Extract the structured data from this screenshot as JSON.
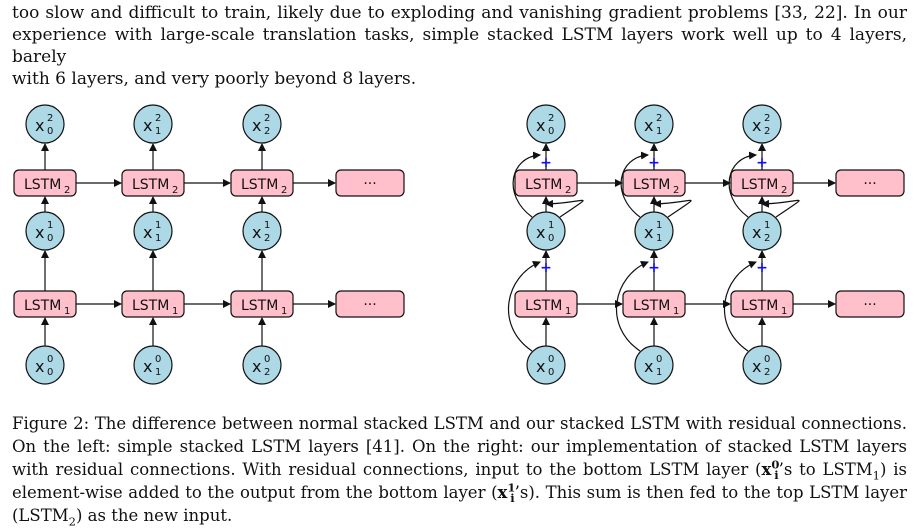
{
  "paragraph_lines": [
    "too slow and difficult to train, likely due to exploding and vanishing gradient problems [33, 22]. In our",
    "experience with large-scale translation tasks, simple stacked LSTM layers work well up to 4 layers, barely",
    "with 6 layers, and very poorly beyond 8 layers."
  ],
  "diagram": {
    "lstm_label": "LSTM",
    "layer_1": "1",
    "layer_2": "2",
    "ellipsis": "···",
    "node_letter": "x",
    "plus": "+",
    "columns": [
      "0",
      "1",
      "2"
    ],
    "levels": [
      "0",
      "1",
      "2"
    ]
  },
  "caption": {
    "line1": "Figure 2: The difference between normal stacked LSTM and our stacked LSTM with residual connections.",
    "line2": "On the left: simple stacked LSTM layers [41]. On the right: our implementation of stacked LSTM layers",
    "line3": "with residual connections. With residual connections, input to the bottom LSTM layer (",
    "line3_x": "x",
    "line3_sup": "0",
    "line3_sub": "i",
    "line3_mid": "’s to LSTM",
    "line3_lstm_sub": "1",
    "line3_end": ") is",
    "line4_start": "element-wise added to the output from the bottom layer (",
    "line4_x": "x",
    "line4_sup": "1",
    "line4_sub": "i",
    "line4_end": "’s). This sum is then fed to the top LSTM layer",
    "line5_start": "(LSTM",
    "line5_sub": "2",
    "line5_end": ") as the new input."
  }
}
